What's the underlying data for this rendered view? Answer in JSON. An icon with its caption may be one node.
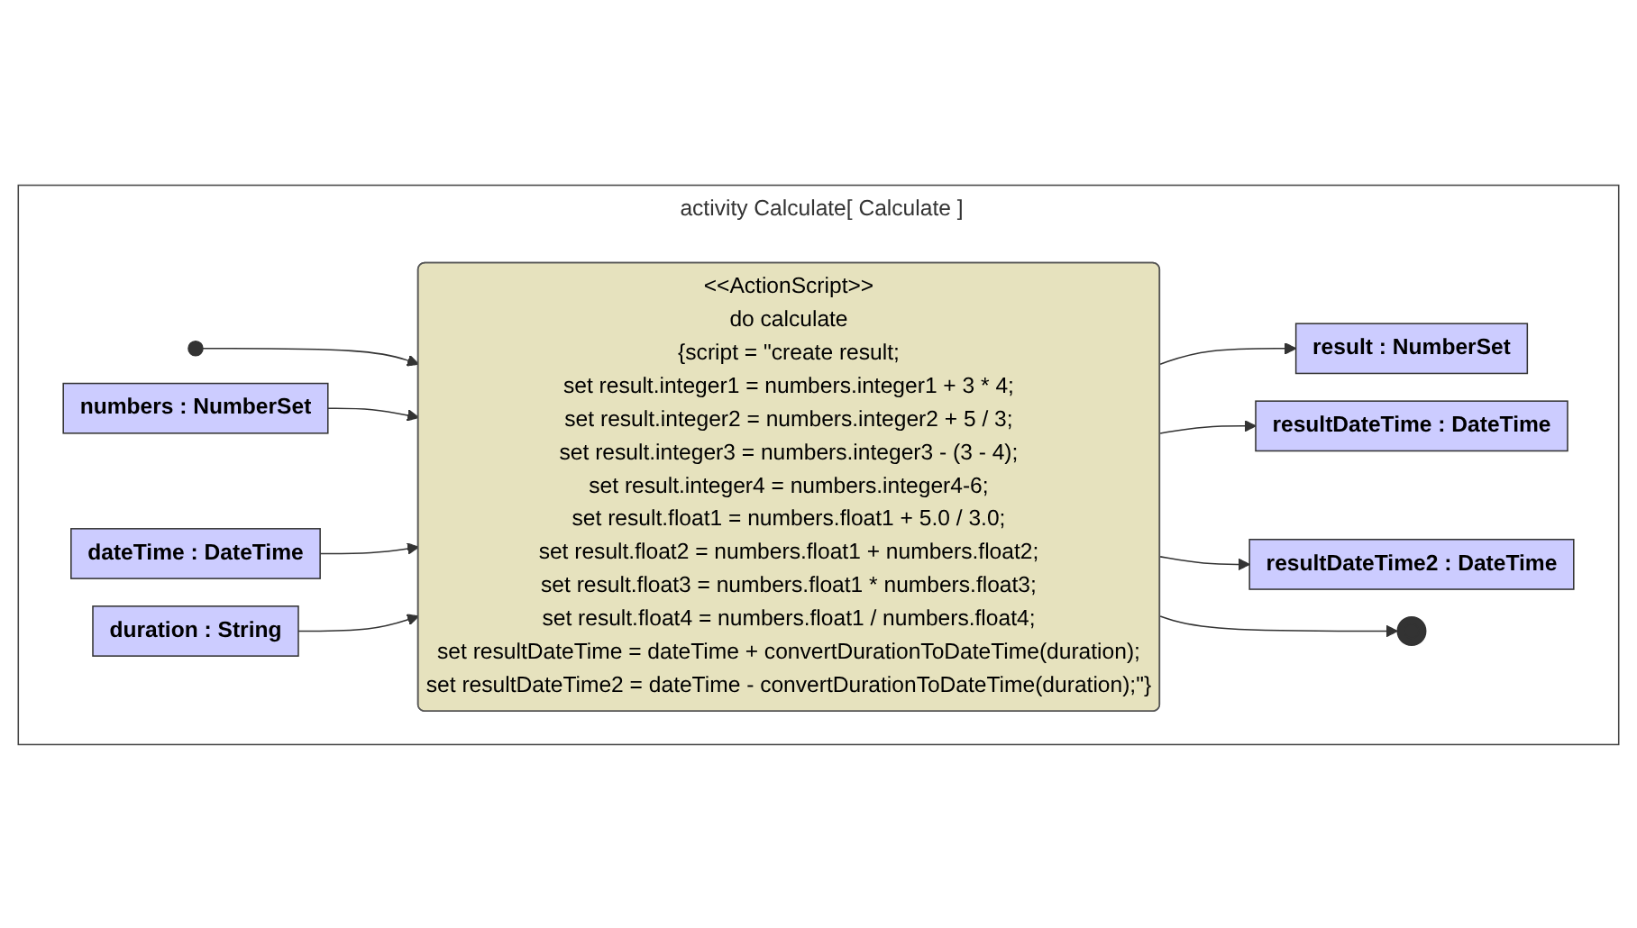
{
  "diagram": {
    "nodes": [
      {
        "text": [
          "activity Calculate[ Calculate ]"
        ]
      },
      {
        "text": [],
        "shape": "circle",
        "in": 0
      },
      {
        "text": [
          "numbers : NumberSet"
        ],
        "in": 0
      },
      {
        "text": [
          "dateTime : DateTime"
        ],
        "in": 0
      },
      {
        "text": [
          "duration : String"
        ],
        "in": 0
      },
      {
        "text": [
          "<<ActionScript>>",
          "do calculate",
          "{script = \"create result;",
          "set result.integer1 = numbers.integer1 + 3 * 4;",
          "set result.integer2 = numbers.integer2 + 5 / 3;",
          "set result.integer3 = numbers.integer3 - (3 - 4);",
          "set result.integer4 = numbers.integer4-6;",
          "set result.float1 = numbers.float1 + 5.0 / 3.0;",
          "set result.float2 = numbers.float1 + numbers.float2;",
          "set result.float3 = numbers.float1 * numbers.float3;",
          "set result.float4 = numbers.float1 / numbers.float4;",
          "set resultDateTime = dateTime + convertDurationToDateTime(duration);",
          "set resultDateTime2 = dateTime - convertDurationToDateTime(duration);\"}"
        ],
        "in": 0
      },
      {
        "text": [
          "result : NumberSet"
        ],
        "in": 0
      },
      {
        "text": [
          "resultDateTime : DateTime"
        ],
        "in": 0
      },
      {
        "text": [
          "resultDateTime2 : DateTime"
        ],
        "in": 0
      },
      {
        "text": [],
        "shape": "circle",
        "in": 0
      }
    ],
    "edges": [
      {
        "from": 1,
        "to": 5,
        "arrow": "to"
      },
      {
        "from": 2,
        "to": 5,
        "arrow": "to"
      },
      {
        "from": 3,
        "to": 5,
        "arrow": "to"
      },
      {
        "from": 4,
        "to": 5,
        "arrow": "to"
      },
      {
        "from": 5,
        "to": 6,
        "arrow": "to"
      },
      {
        "from": 5,
        "to": 7,
        "arrow": "to"
      },
      {
        "from": 5,
        "to": 8,
        "arrow": "to"
      },
      {
        "from": 5,
        "to": 9,
        "arrow": "to"
      }
    ]
  }
}
